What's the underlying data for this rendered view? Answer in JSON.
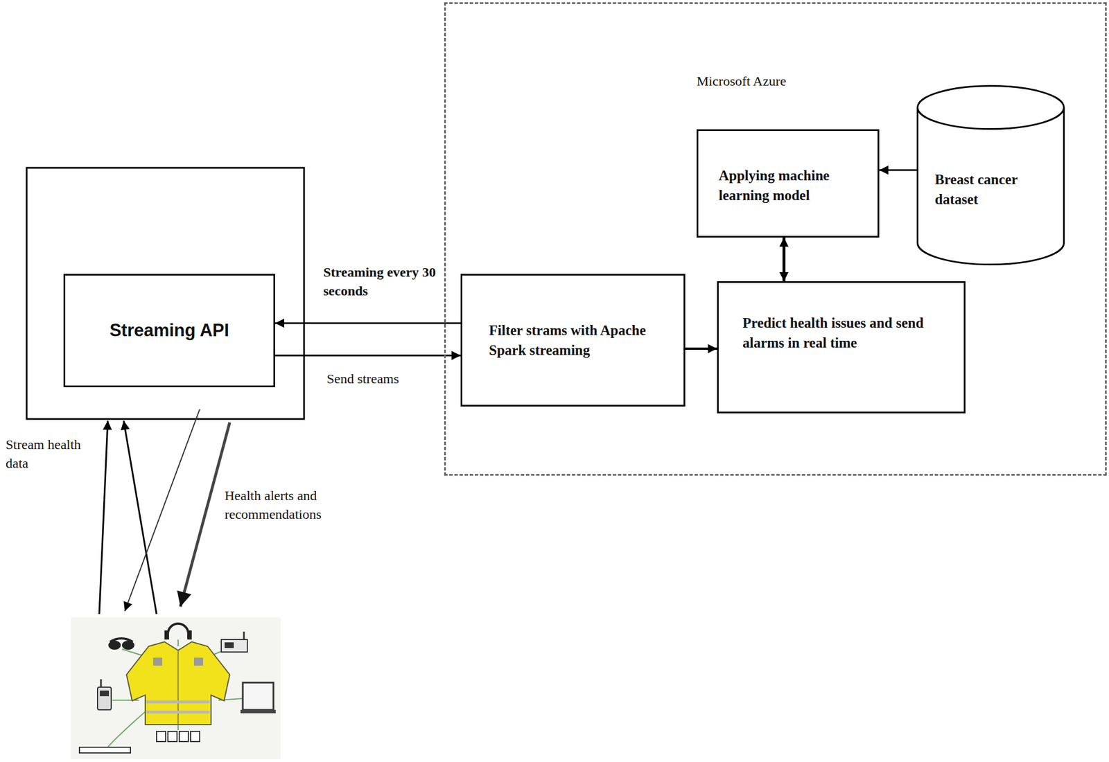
{
  "diagram": {
    "nodes": [
      {
        "text": [
          "Microsoft Azure"
        ]
      },
      {
        "text": [
          "Applying machine learning model"
        ],
        "in": 0
      },
      {
        "text": [
          "Breast cancer dataset"
        ],
        "in": 0
      },
      {
        "text": [
          "Streaming API"
        ]
      },
      {
        "text": [
          "Filter strams with Apache Spark streaming"
        ],
        "in": 0
      },
      {
        "text": [
          "Predict health issues and send alarms in real time"
        ],
        "in": 0
      }
    ],
    "edges": [
      {
        "from": 4,
        "to": 3,
        "label": "Streaming every 30 seconds",
        "arrow": "to"
      },
      {
        "from": 3,
        "to": 4,
        "label": "Send streams",
        "arrow": "to"
      },
      {
        "from": 4,
        "to": 5,
        "arrow": "to"
      },
      {
        "from": 2,
        "to": 1,
        "arrow": "to"
      },
      {
        "from": 1,
        "to": 5,
        "arrow": "both"
      }
    ],
    "labels": [
      "Stream health data",
      "Health alerts and recommendations"
    ]
  }
}
